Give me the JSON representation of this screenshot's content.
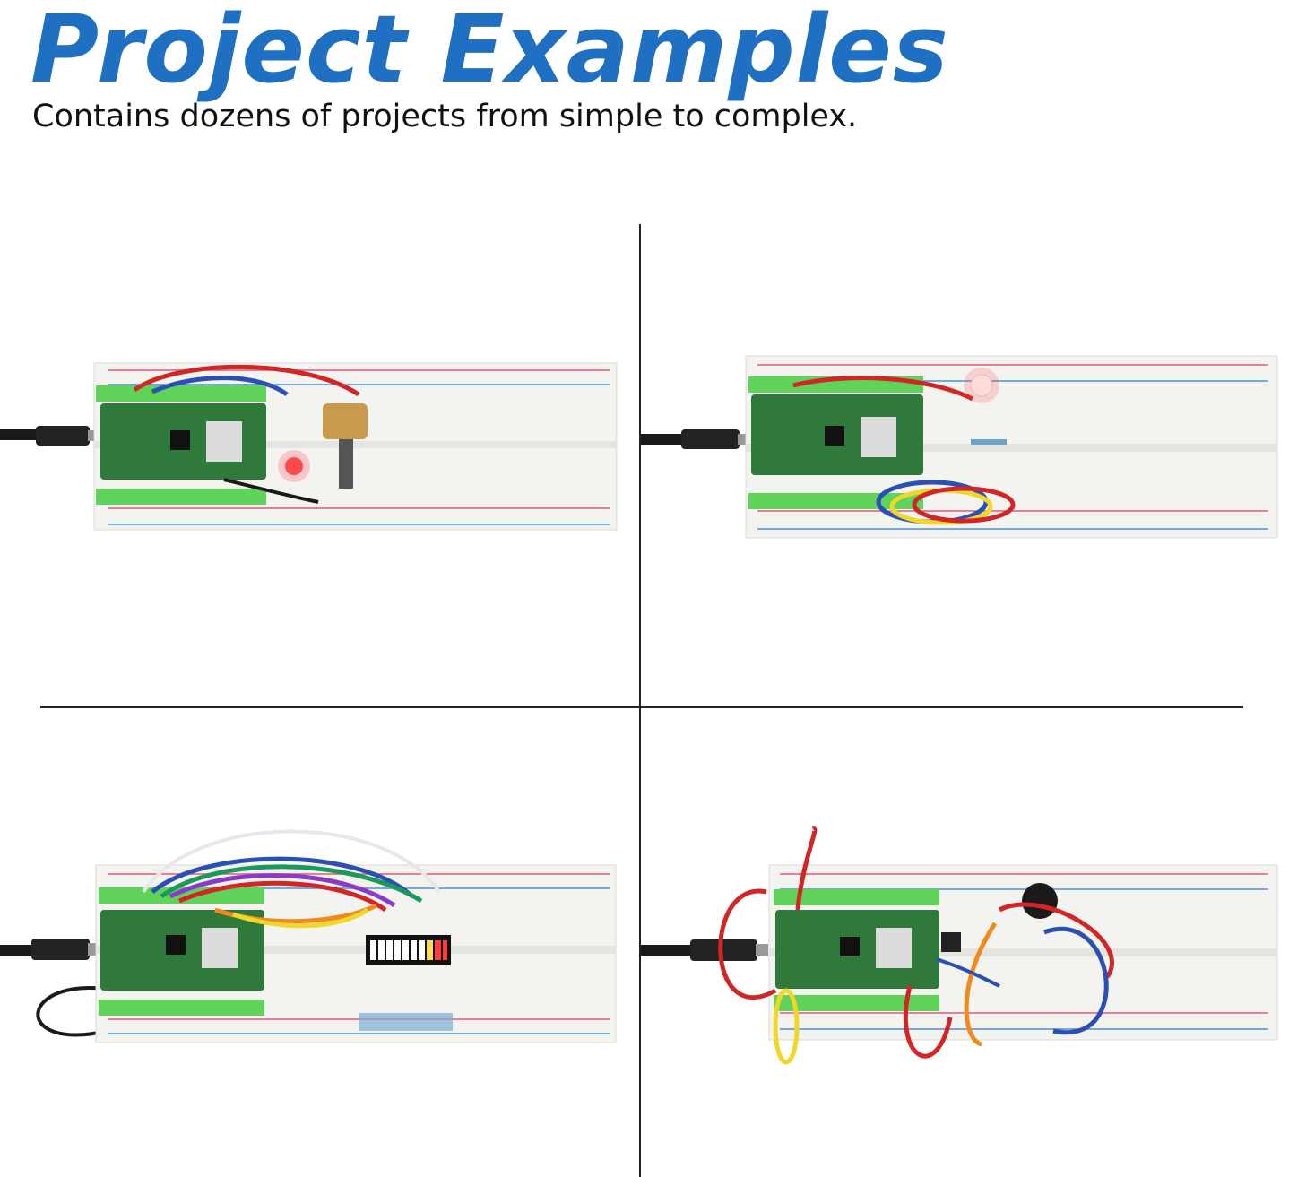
{
  "header": {
    "title": "Project Examples",
    "subtitle": "Contains dozens of projects from simple to complex."
  },
  "panels": [
    {
      "id": "potentiometer-led",
      "components": [
        "cable-icon",
        "pico-board",
        "led-icon",
        "potentiometer-icon",
        "resistor-icon"
      ]
    },
    {
      "id": "rgb-led",
      "components": [
        "cable-icon",
        "pico-board",
        "rgb-led-icon",
        "resistor-icon"
      ]
    },
    {
      "id": "led-bar-graph",
      "components": [
        "cable-icon",
        "pico-board",
        "led-bar-icon",
        "resistor-icon"
      ]
    },
    {
      "id": "buzzer-button",
      "components": [
        "cable-icon",
        "pico-board",
        "buzzer-icon",
        "button-icon",
        "resistor-icon"
      ]
    }
  ],
  "colors": {
    "title": "#1f6fc2",
    "breadboard": "#f3f3f0",
    "pico_pcb": "#2f7a3a",
    "header_green": "#5fd35a",
    "wire_red": "#d22626",
    "wire_blue": "#2a4fb5",
    "wire_yellow": "#f0d72a",
    "wire_orange": "#f08a1e",
    "wire_black": "#1a1a1a"
  }
}
